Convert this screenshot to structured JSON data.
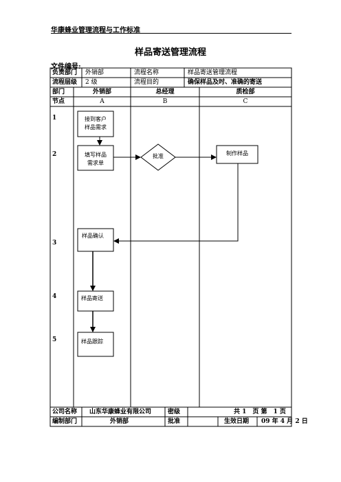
{
  "header": {
    "company_standard": "华康蜂业管理流程与工作标准"
  },
  "document": {
    "title": "样品寄送管理流程",
    "file_no_label": "文件编号:"
  },
  "info_table": {
    "resp_dept_label": "负责部门",
    "resp_dept_value": "外销部",
    "process_name_label": "流程名称",
    "process_name_value": "样品寄送管理流程",
    "level_label": "流程层级",
    "level_value": "2 级",
    "purpose_label": "流程目的",
    "purpose_value": "确保样品及时、准确的寄送",
    "dept_label": "部门",
    "dept_a": "外销部",
    "dept_b": "总经理",
    "dept_c": "质检部",
    "node_label": "节点",
    "col_a": "A",
    "col_b": "B",
    "col_c": "C"
  },
  "flow": {
    "rows": [
      "1",
      "2",
      "3",
      "4",
      "5"
    ],
    "nodes": {
      "receive_request_l1": "接到客户",
      "receive_request_l2": "样品需求",
      "fill_form_l1": "填写样品",
      "fill_form_l2": "需求单",
      "approve": "批准",
      "make_sample": "制作样品",
      "confirm_sample": "样品确认",
      "send_sample": "样品寄送",
      "track_sample": "样品跟踪"
    }
  },
  "footer": {
    "company_label": "公司名称",
    "company_value": "山东华康蜂业有限公司",
    "secret_label": "密级",
    "pages": "共 1　页 第　1 页",
    "author_dept_label": "编制部门",
    "author_dept_value": "外销部",
    "approve_label": "批准",
    "effective_label": "生效日期",
    "effective_value": "09 年 4 月 2 日"
  }
}
